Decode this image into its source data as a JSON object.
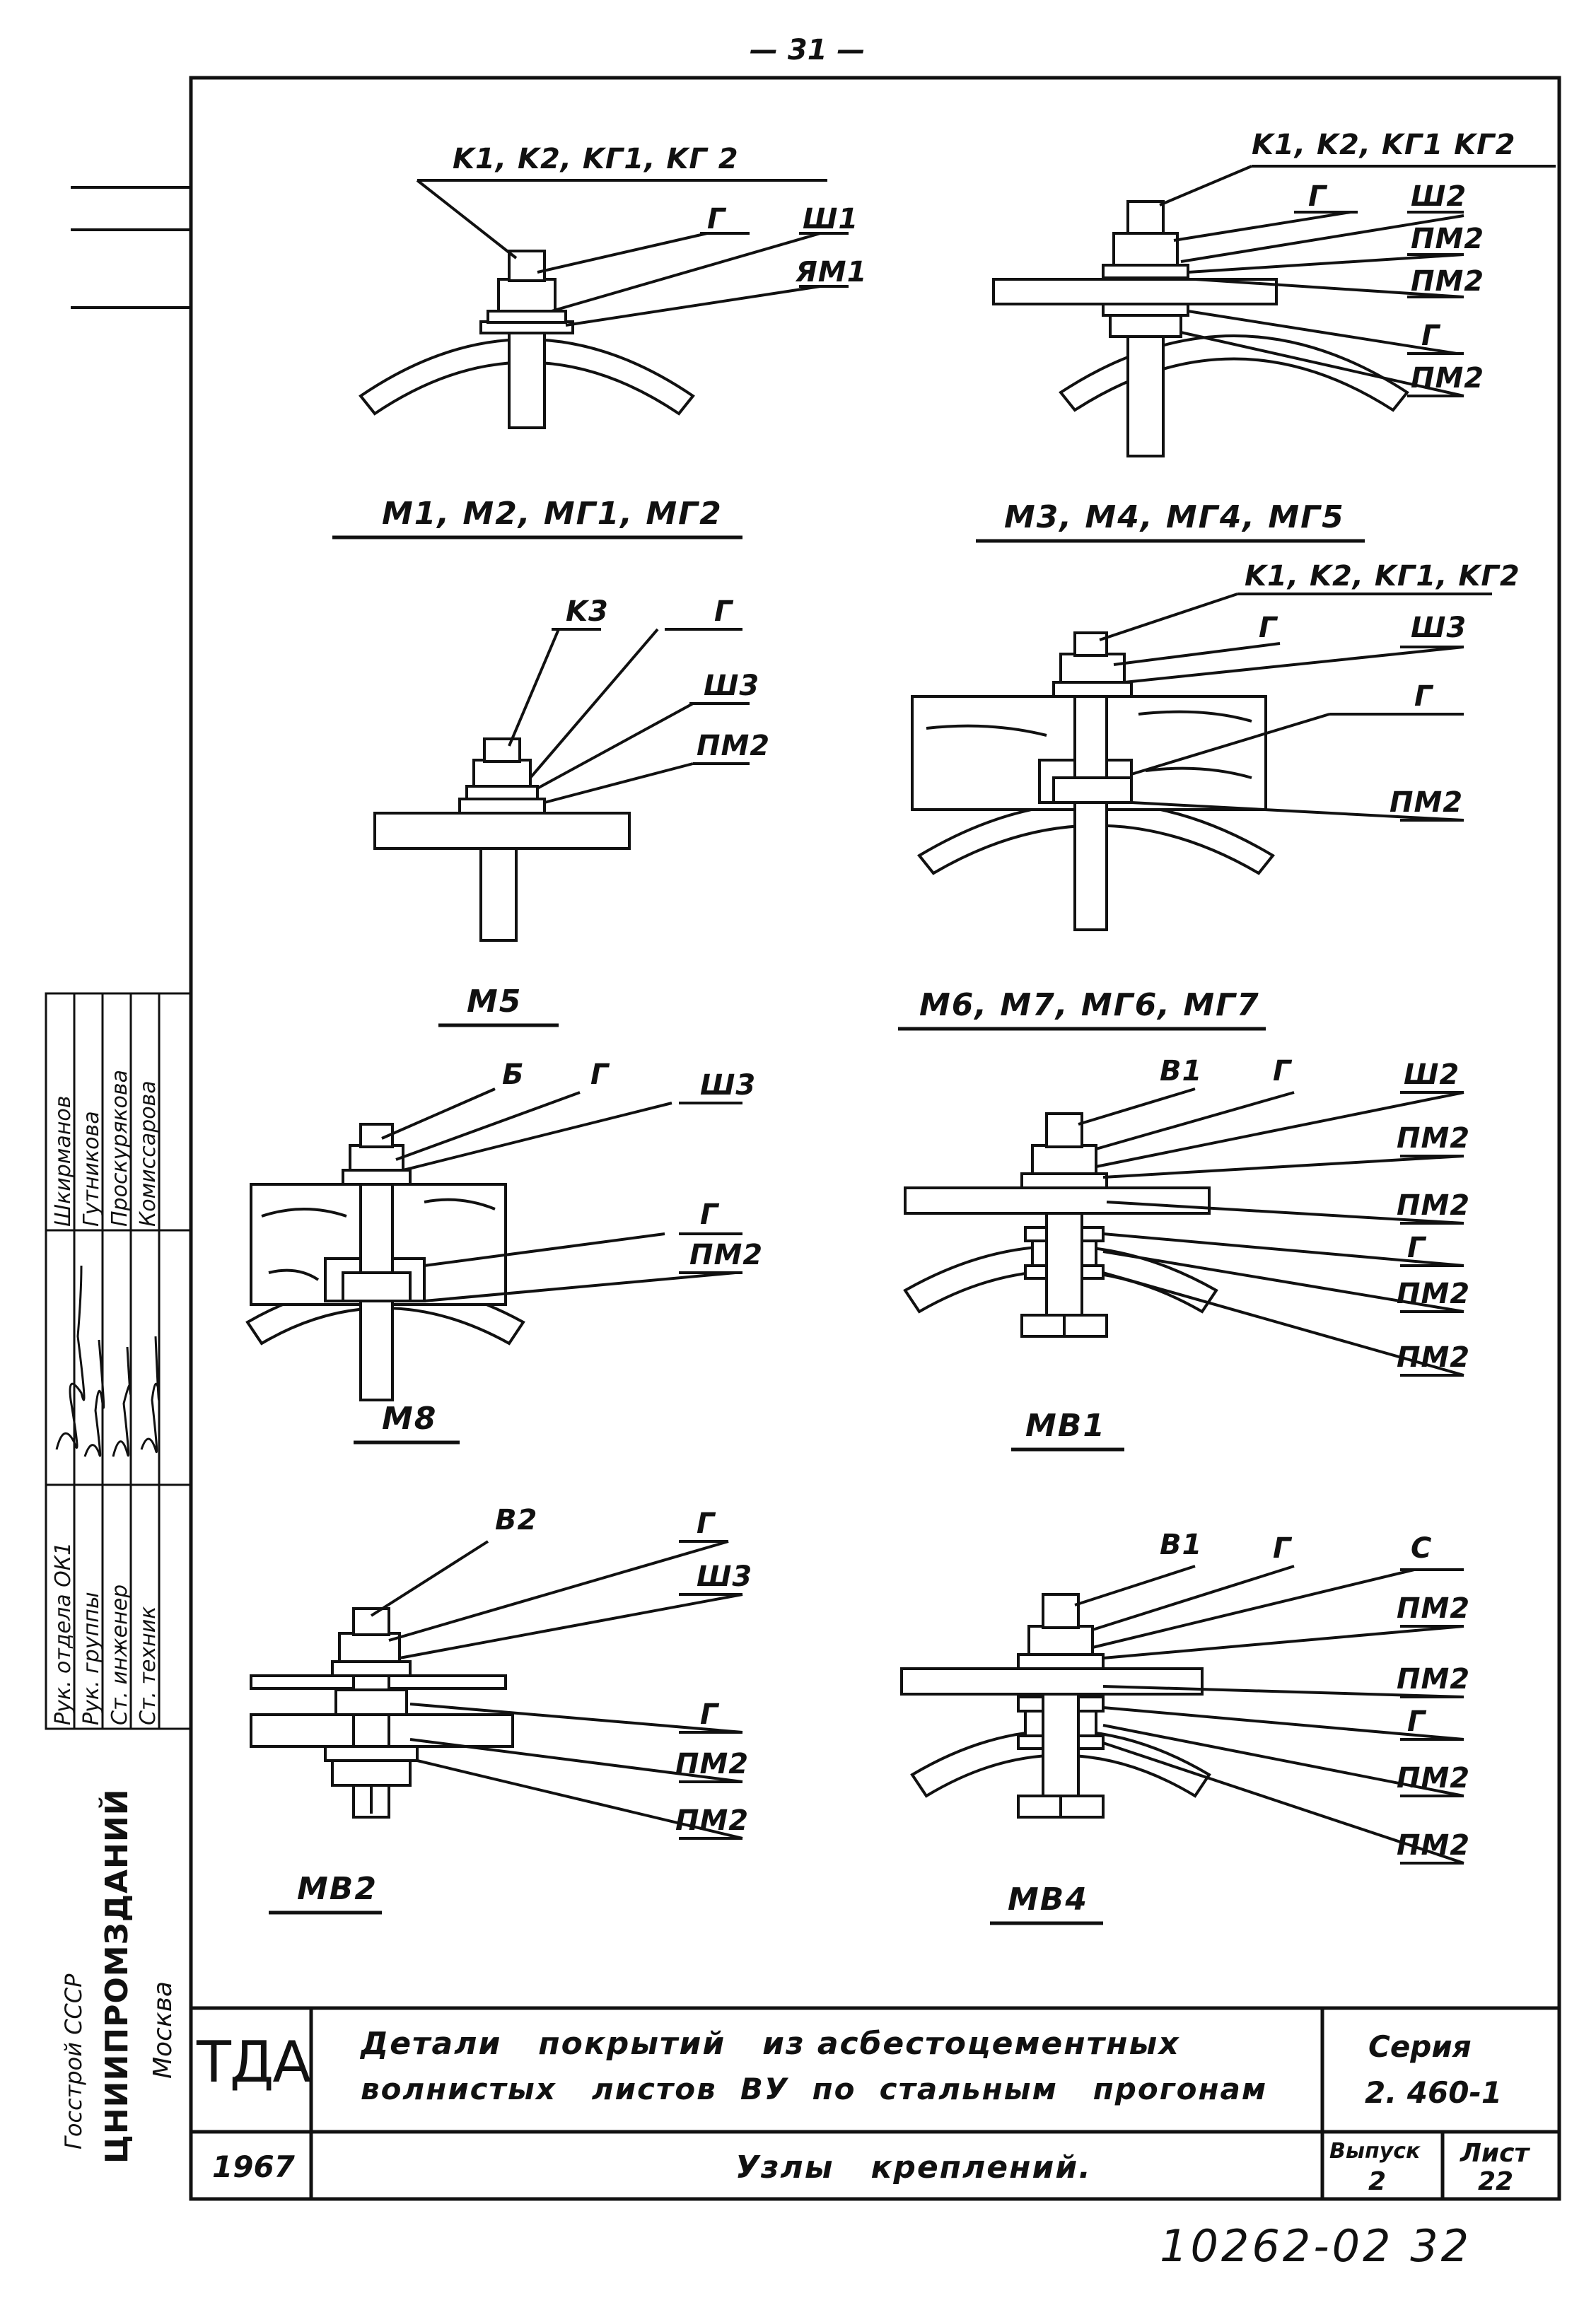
{
  "page_number": "— 31 —",
  "drawings": [
    {
      "caption": "M1, M2, MГ1, MГ2",
      "labels": [
        "K1, K2,  KГ1,  KГ 2",
        "Г",
        "Ш1",
        "ЯМ1"
      ]
    },
    {
      "caption": "M3,  M4,   MГ4,  MГ5",
      "labels": [
        "K1, K2,  KГ1 KГ2",
        "Г",
        "Ш2",
        "ПМ2",
        "ПМ2",
        "Г",
        "ПМ2"
      ]
    },
    {
      "caption": "M5",
      "labels": [
        "K3",
        "Г",
        "Ш3",
        "ПМ2"
      ]
    },
    {
      "caption": "M6,  M7,  MГ6,  MГ7",
      "labels": [
        "K1, K2,  KГ1, KГ2",
        "Г",
        "Ш3",
        "Г",
        "ПМ2"
      ]
    },
    {
      "caption": "M8",
      "labels": [
        "Б",
        "Г",
        "Ш3",
        "Г",
        "ПМ2"
      ]
    },
    {
      "caption": "MB1",
      "labels": [
        "B1",
        "Г",
        "Ш2",
        "ПМ2",
        "ПМ2",
        "Г",
        "ПМ2",
        "ПМ2"
      ]
    },
    {
      "caption": "MB2",
      "labels": [
        "B2",
        "Г",
        "Ш3",
        "Г",
        "ПМ2",
        "ПМ2"
      ]
    },
    {
      "caption": "MB4",
      "labels": [
        "B1",
        "Г",
        "C",
        "ПМ2",
        "ПМ2",
        "Г",
        "ПМ2",
        "ПМ2"
      ]
    }
  ],
  "side_block": {
    "roles": [
      "Рук. отдела ОК1",
      "Рук. группы",
      "Ст. инженер",
      "Ст. техник"
    ],
    "names": [
      "Шкирманов",
      "Гутникова",
      "Проскурякова",
      "Комиссарова"
    ],
    "org": [
      "Госстрой СССР",
      "ЦНИИПРОМЗДАНИЙ",
      "Москва"
    ]
  },
  "title_block": {
    "logo": "ТДА",
    "year": "1967",
    "title_line1": "Детали   покрытий   из асбестоцементных",
    "title_line2": "волнистых   листов  ВУ  по  стальным   прогонам",
    "subtitle": "Узлы   креплений.",
    "series_label": "Серия",
    "series_value": "2. 460-1",
    "issue_label": "Выпуск",
    "issue_value": "2",
    "sheet_label": "Лист",
    "sheet_value": "22"
  },
  "doc_number": "10262-02 32"
}
